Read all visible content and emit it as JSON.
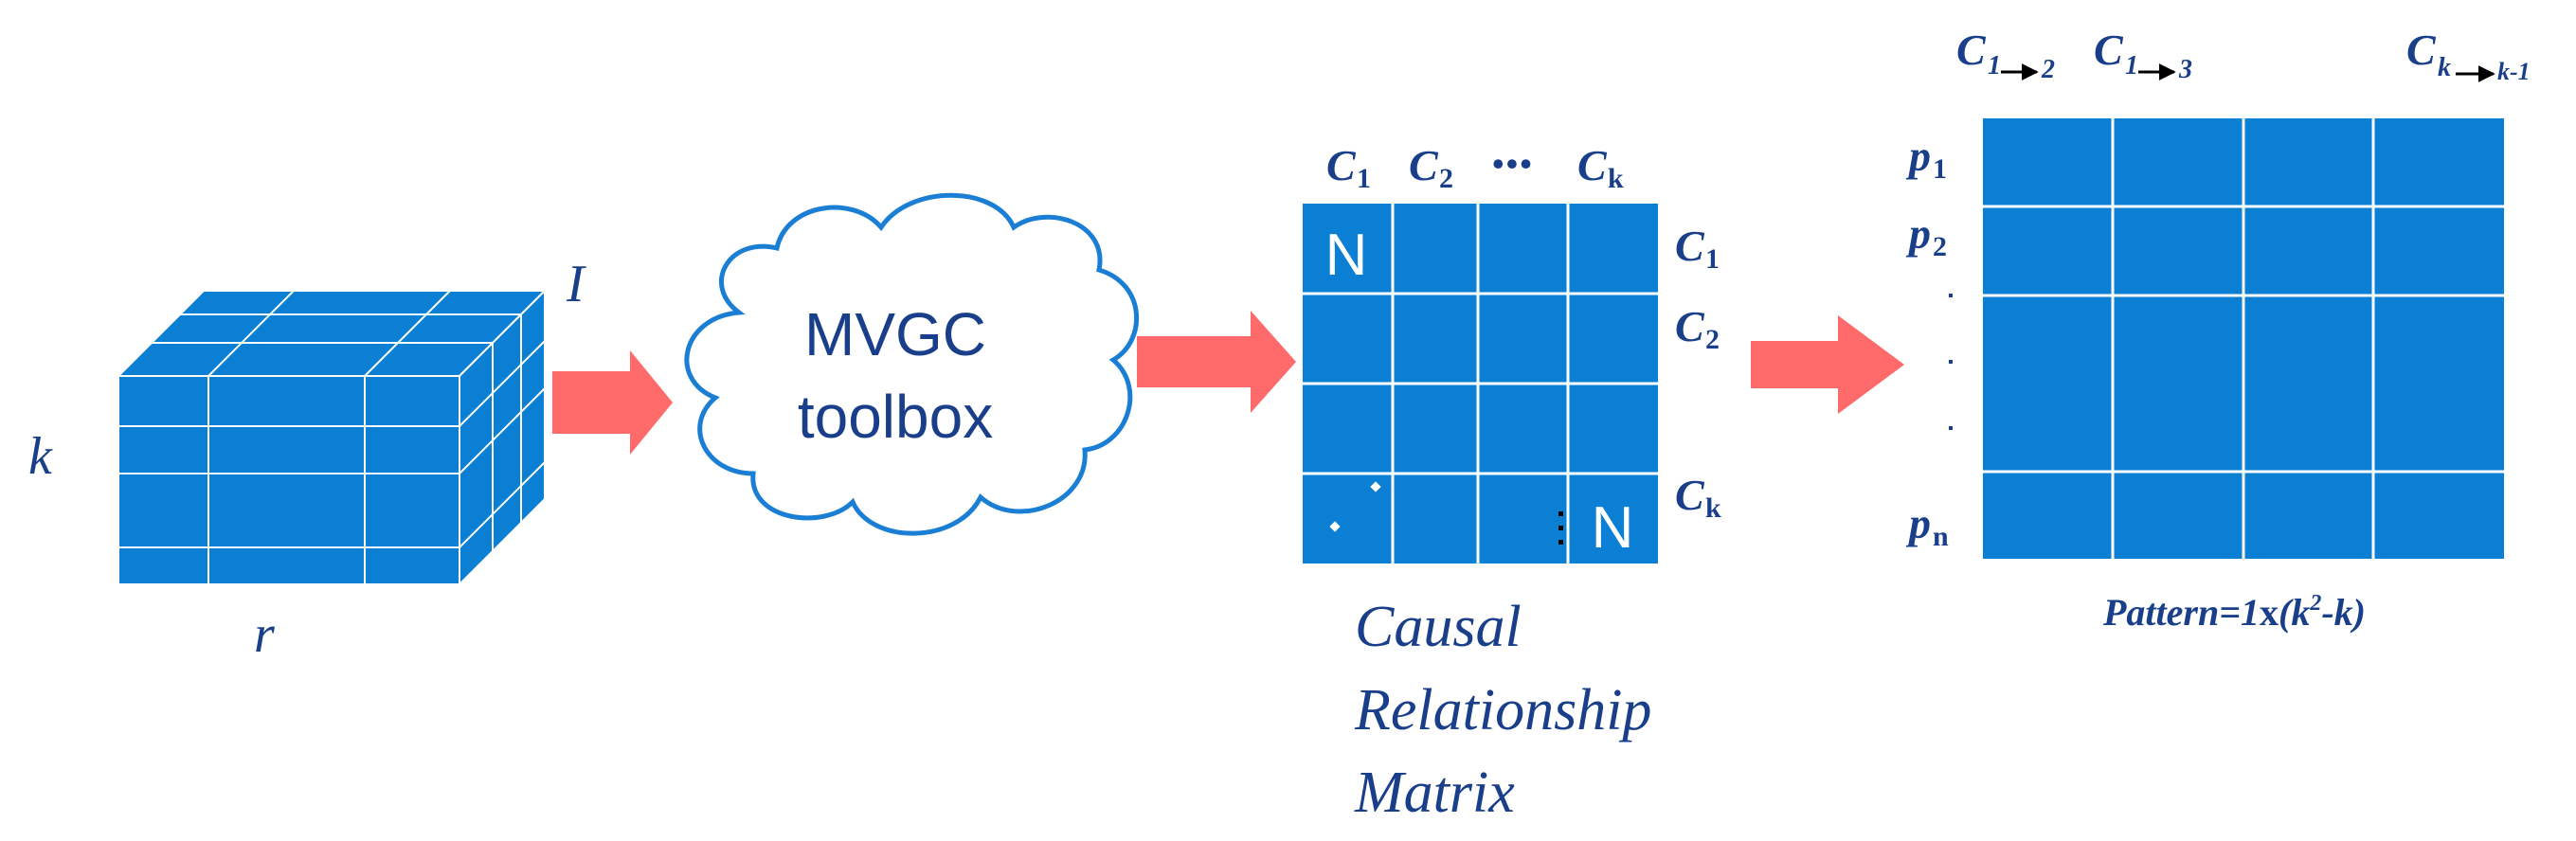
{
  "colors": {
    "block": "#0a7fd4",
    "grid_line": "#ffffff",
    "arrow": "#ff6b6b",
    "text": "#1a3f8a",
    "cloud_stroke": "#1a7fd4"
  },
  "cube": {
    "label_k": "k",
    "label_r": "r",
    "label_i": "I"
  },
  "cloud": {
    "line1": "MVGC",
    "line2": "toolbox"
  },
  "causal_matrix": {
    "col_headers": [
      "C",
      "C",
      "•••",
      "C"
    ],
    "col_subs": [
      "1",
      "2",
      "",
      "k"
    ],
    "row_headers": [
      "C",
      "C",
      "C"
    ],
    "row_subs": [
      "1",
      "2",
      "k"
    ],
    "diag_label": "N",
    "caption_lines": [
      "Causal",
      "Relationship",
      "Matrix"
    ]
  },
  "pattern_matrix": {
    "col_headers": [
      {
        "main": "C",
        "sub": "1",
        "arrow_to": "2"
      },
      {
        "main": "C",
        "sub": "1",
        "arrow_to": "3"
      },
      {
        "main": "C",
        "sub": "k",
        "arrow_to": "k-1"
      }
    ],
    "row_headers": [
      {
        "main": "p",
        "sub": "1"
      },
      {
        "main": "p",
        "sub": "2"
      },
      {
        "main": "p",
        "sub": "n"
      }
    ],
    "caption_prefix": "Pattern=1",
    "caption_x": "x",
    "caption_paren_open": "(k",
    "caption_sup": "2",
    "caption_rest": "-k)"
  }
}
